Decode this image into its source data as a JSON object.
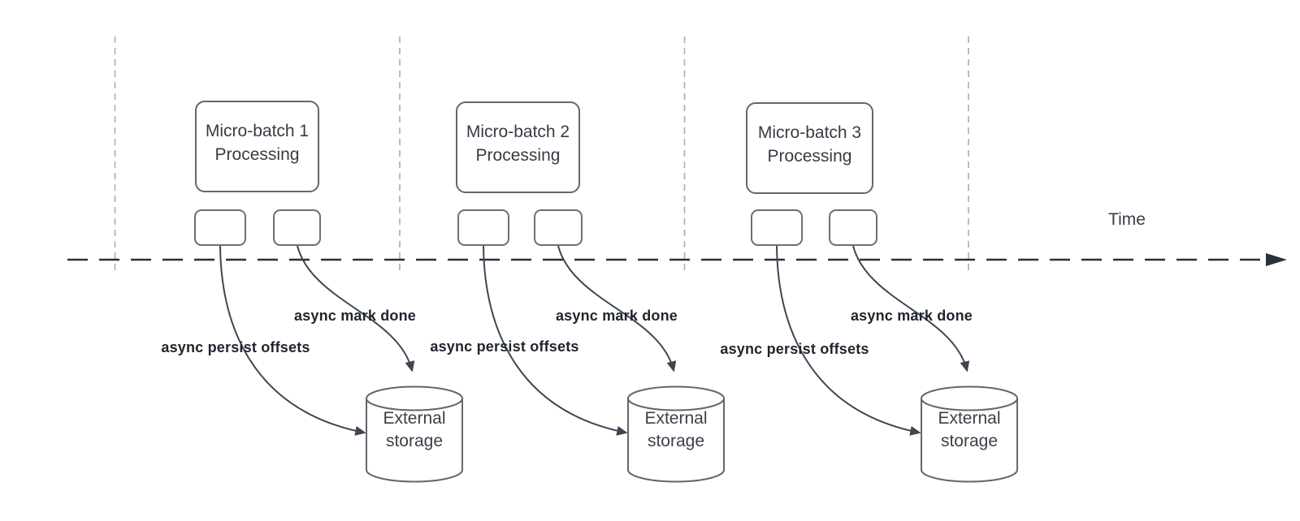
{
  "diagram": {
    "time_label": "Time",
    "batches": [
      {
        "title": "Micro-batch 1 Processing",
        "persist_label": "async persist offsets",
        "mark_label": "async mark done",
        "storage_label": "External storage"
      },
      {
        "title": "Micro-batch 2 Processing",
        "persist_label": "async persist offsets",
        "mark_label": "async mark done",
        "storage_label": "External storage"
      },
      {
        "title": "Micro-batch 3 Processing",
        "persist_label": "async persist offsets",
        "mark_label": "async mark done",
        "storage_label": "External storage"
      }
    ],
    "colors": {
      "shape_border": "#62676e",
      "arrow_stroke": "#3f4651",
      "timeline_stroke": "#2a303c",
      "guide_stroke": "#a9adb3",
      "label_text": "#20252e",
      "shape_text": "#3a3f48"
    }
  }
}
